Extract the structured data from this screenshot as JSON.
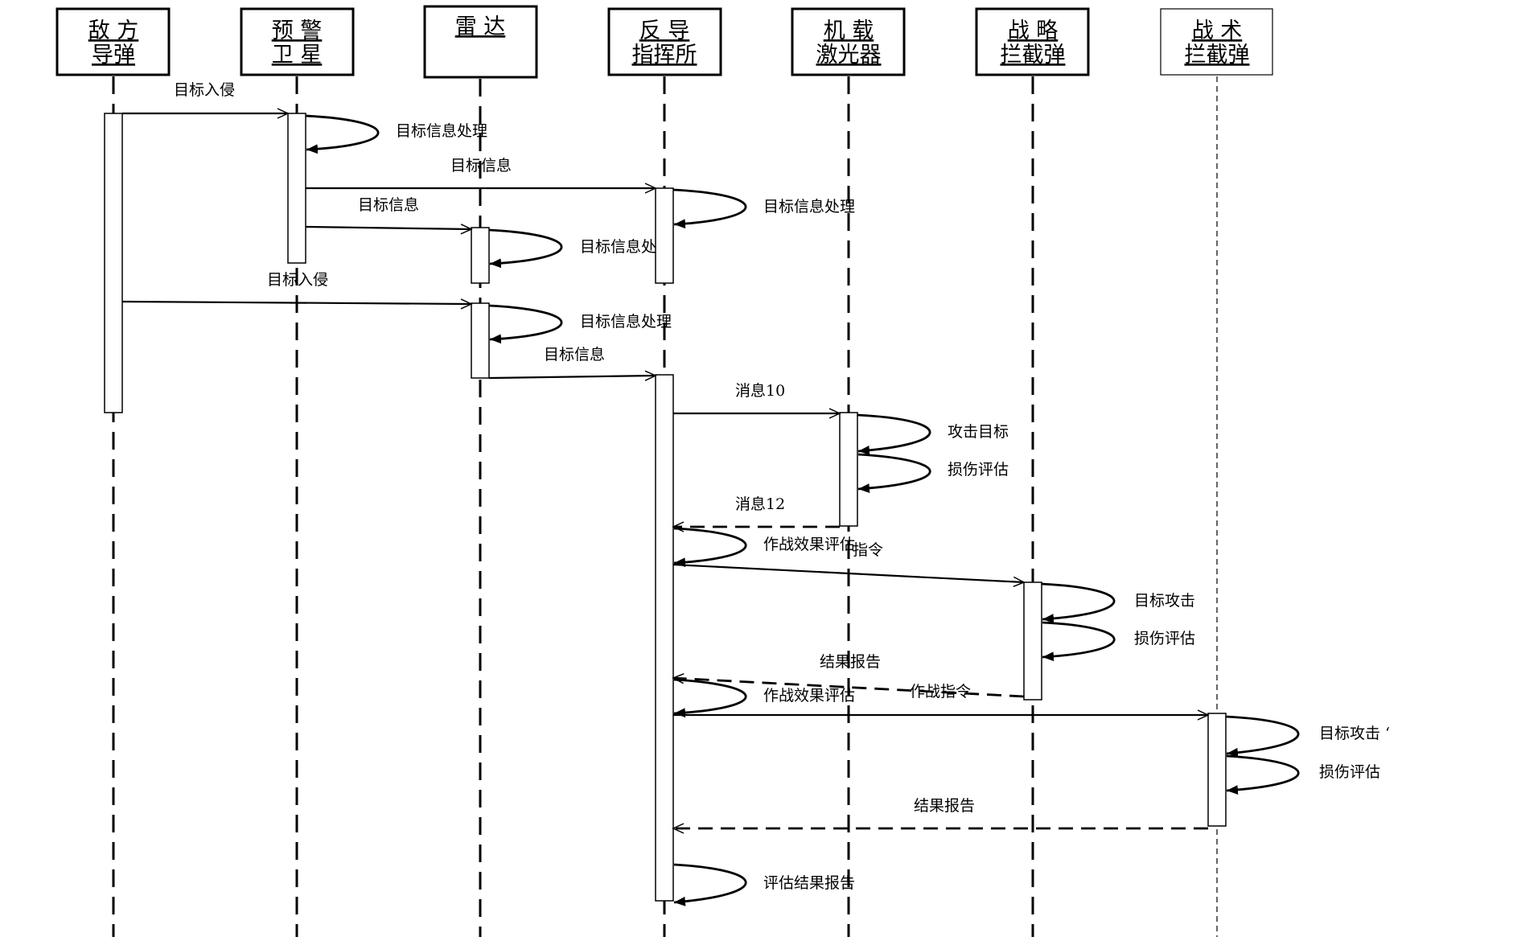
{
  "participants": [
    {
      "id": "p0",
      "line1": "敌 方",
      "line2": "导弹"
    },
    {
      "id": "p1",
      "line1": "预 警",
      "line2": "卫 星"
    },
    {
      "id": "p2",
      "line1": "雷 达",
      "line2": ""
    },
    {
      "id": "p3",
      "line1": "反 导",
      "line2": "指挥所"
    },
    {
      "id": "p4",
      "line1": "机 载",
      "line2": "激光器"
    },
    {
      "id": "p5",
      "line1": "战 略",
      "line2": "拦截弹"
    },
    {
      "id": "p6",
      "line1": "战 术",
      "line2": "拦截弹"
    }
  ],
  "messages": [
    {
      "id": "m1",
      "label": "目标入侵"
    },
    {
      "id": "m2",
      "label": "目标信息处理"
    },
    {
      "id": "m3",
      "label": "目标信息"
    },
    {
      "id": "m4",
      "label": "目标信息处理"
    },
    {
      "id": "m5",
      "label": "目标信息"
    },
    {
      "id": "m6",
      "label": "目标信息处"
    },
    {
      "id": "m7",
      "label": "目标入侵"
    },
    {
      "id": "m8",
      "label": "目标信息处理"
    },
    {
      "id": "m9",
      "label": "目标信息"
    },
    {
      "id": "m10",
      "label": "消息10"
    },
    {
      "id": "m11",
      "label": "攻击目标"
    },
    {
      "id": "m12",
      "label": "损伤评估"
    },
    {
      "id": "m13",
      "label": "消息12"
    },
    {
      "id": "m14",
      "label": "作战效果评估"
    },
    {
      "id": "m14b",
      "label": "指令"
    },
    {
      "id": "m15",
      "label": "目标攻击"
    },
    {
      "id": "m16",
      "label": "损伤评估"
    },
    {
      "id": "m17",
      "label": "结果报告"
    },
    {
      "id": "m18",
      "label": "作战指令"
    },
    {
      "id": "m19",
      "label": "作战效果评估"
    },
    {
      "id": "m20",
      "label": "目标攻击 ‘"
    },
    {
      "id": "m21",
      "label": "损伤评估"
    },
    {
      "id": "m22",
      "label": "结果报告"
    },
    {
      "id": "m23",
      "label": "评估结果报告"
    }
  ]
}
